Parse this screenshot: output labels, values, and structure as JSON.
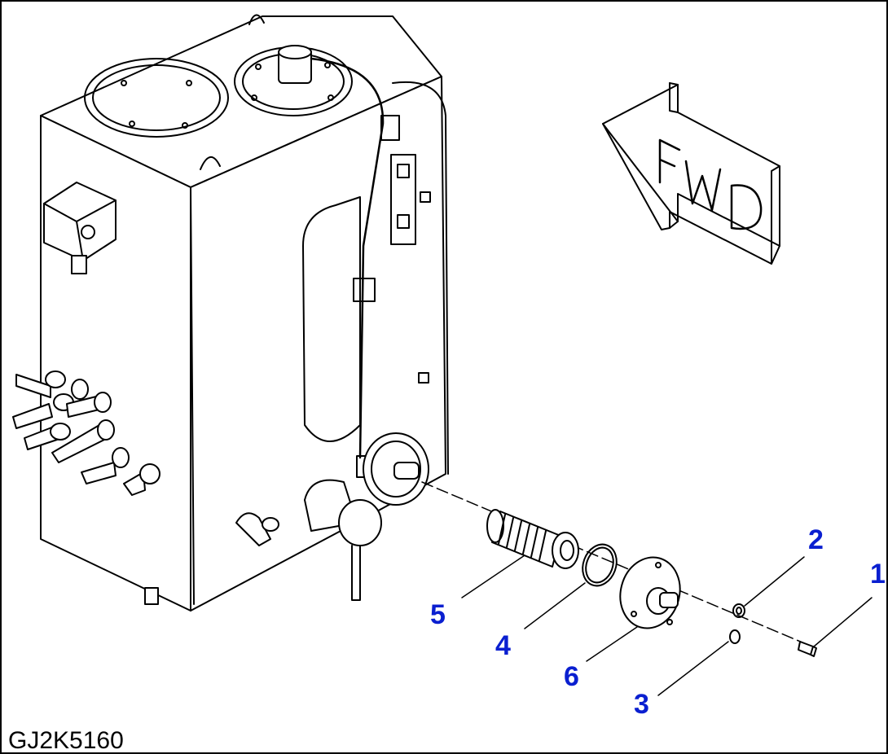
{
  "drawing": {
    "code": "GJ2K5160",
    "direction_label": "FWD",
    "callout_color": "#0a1fd0"
  },
  "callouts": {
    "c1": "1",
    "c2": "2",
    "c3": "3",
    "c4": "4",
    "c5": "5",
    "c6": "6"
  }
}
